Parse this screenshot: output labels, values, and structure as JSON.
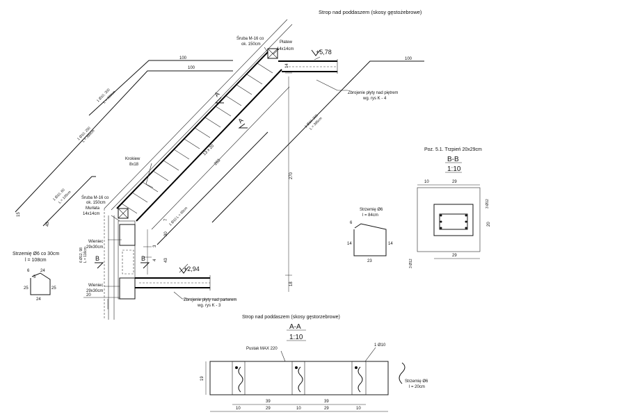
{
  "titles": {
    "top": "Strop nad poddaszem (skosy gęstożebrowe)",
    "bottom": "Strop nad poddaszem (skosy gęstorzebrowe)"
  },
  "section_aa": {
    "label": "A-A",
    "scale": "1:10"
  },
  "section_bb": {
    "caption": "Poz. 5.1. Trzpień 20x29cm",
    "label": "B-B",
    "scale": "1:10"
  },
  "labels": {
    "bolt_top_1": "Śruba M-16 co",
    "bolt_top_2": "ok. 150cm",
    "purlin_top_1": "Płatew",
    "purlin_top_2": "14x14cm",
    "level_top": "+5,78",
    "reinf_top_1": "Zbrojenie płyty nad piętrem",
    "reinf_top_2": "wg. rys K - 4",
    "rafter_1": "Krokiew",
    "rafter_2": "8x18",
    "bolt_low_1": "Śruba M-16 co",
    "bolt_low_2": "ok. 150cm",
    "wallplate_1": "Murłata",
    "wallplate_2": "14x14cm",
    "wieniec_up_1": "Wieniec",
    "wieniec_up_2": "29x30cm",
    "wieniec_low_1": "Wieniec",
    "wieniec_low_2": "29x30cm",
    "level_low": "+2,94",
    "reinf_low_1": "Zbrojenie płyty nad parterem",
    "reinf_low_2": "wg. rys K - 3",
    "bar_a_1": "1 Ø10, 300",
    "bar_a_2": "L = 300cm",
    "bar_b_1": "1 Ø10, 250",
    "bar_b_2": "L = 395cm",
    "bar_c_1": "1 Ø10, 60",
    "bar_c_2": "L = 105cm",
    "bar_d_1": "1 Ø10, 200",
    "bar_d_2": "L = 395cm",
    "bar_e": "1 Ø10 L = 65cm",
    "bar_f_1": "6 Ø12, 98",
    "bar_f_2": "L = 116cm",
    "slab_count": "13 x 20",
    "pustak": "Pustak MAX 220",
    "bar_top_aa": "1 Ø10",
    "stirrup_left_1": "Strzemię Ø6 co 30cm",
    "stirrup_left_2": "l = 108cm",
    "stirrup_mid_1": "Strzemię Ø6",
    "stirrup_mid_2": "l = 84cm",
    "stirrup_right_1": "Strzemię Ø6",
    "stirrup_right_2": "l = 20cm",
    "bb_bar_1": "3 Ø12",
    "bb_bar_2": "3 Ø12",
    "sec_a_mark": "A",
    "sec_b_mark": "B"
  },
  "dims": {
    "d100_left": "100",
    "d100_mid": "100",
    "d100_right": "100",
    "d15": "15",
    "d45": "45",
    "d263": "263",
    "d270": "270",
    "d14_top": "14",
    "d18": "18",
    "d20_left": "20",
    "d30": "30",
    "d43": "43",
    "d7": "7",
    "d3": "3",
    "d4": "4",
    "s1_6": "6",
    "s1_24a": "24",
    "s1_5": "5",
    "s1_25a": "25",
    "s1_25b": "25",
    "s1_24b": "24",
    "s2_6": "6",
    "s2_14a": "14",
    "s2_14b": "14",
    "s2_23": "23",
    "bb_10": "10",
    "bb_29_top": "29",
    "bb_20": "20",
    "bb_29_bot": "29",
    "aa_19": "19",
    "aa_39a": "39",
    "aa_39b": "39",
    "aa_10a": "10",
    "aa_29a": "29",
    "aa_10b": "10",
    "aa_29b": "29",
    "aa_10c": "10"
  }
}
